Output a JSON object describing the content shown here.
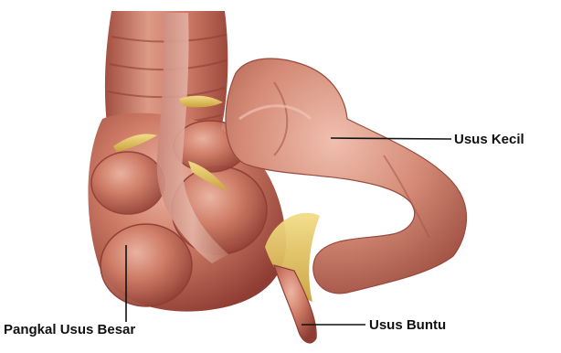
{
  "labels": {
    "small_intestine": "Usus Kecil",
    "cecum": "Pangkal Usus Besar",
    "appendix": "Usus Buntu"
  },
  "colors": {
    "tissue_base": "#c8735f",
    "tissue_light": "#e3a592",
    "tissue_dark": "#8f3d33",
    "fat_yellow": "#e2c15c",
    "leader_line": "#111111",
    "background": "#ffffff"
  }
}
